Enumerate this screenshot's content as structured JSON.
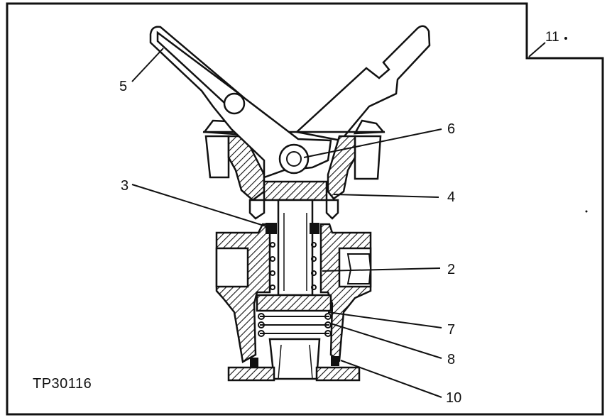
{
  "figure": {
    "reference_code": "TP30116",
    "page_tag": "11",
    "callouts": [
      {
        "id": "5",
        "label": "5"
      },
      {
        "id": "6",
        "label": "6"
      },
      {
        "id": "3",
        "label": "3"
      },
      {
        "id": "4",
        "label": "4"
      },
      {
        "id": "2",
        "label": "2"
      },
      {
        "id": "7",
        "label": "7"
      },
      {
        "id": "8",
        "label": "8"
      },
      {
        "id": "10",
        "label": "10"
      }
    ]
  }
}
